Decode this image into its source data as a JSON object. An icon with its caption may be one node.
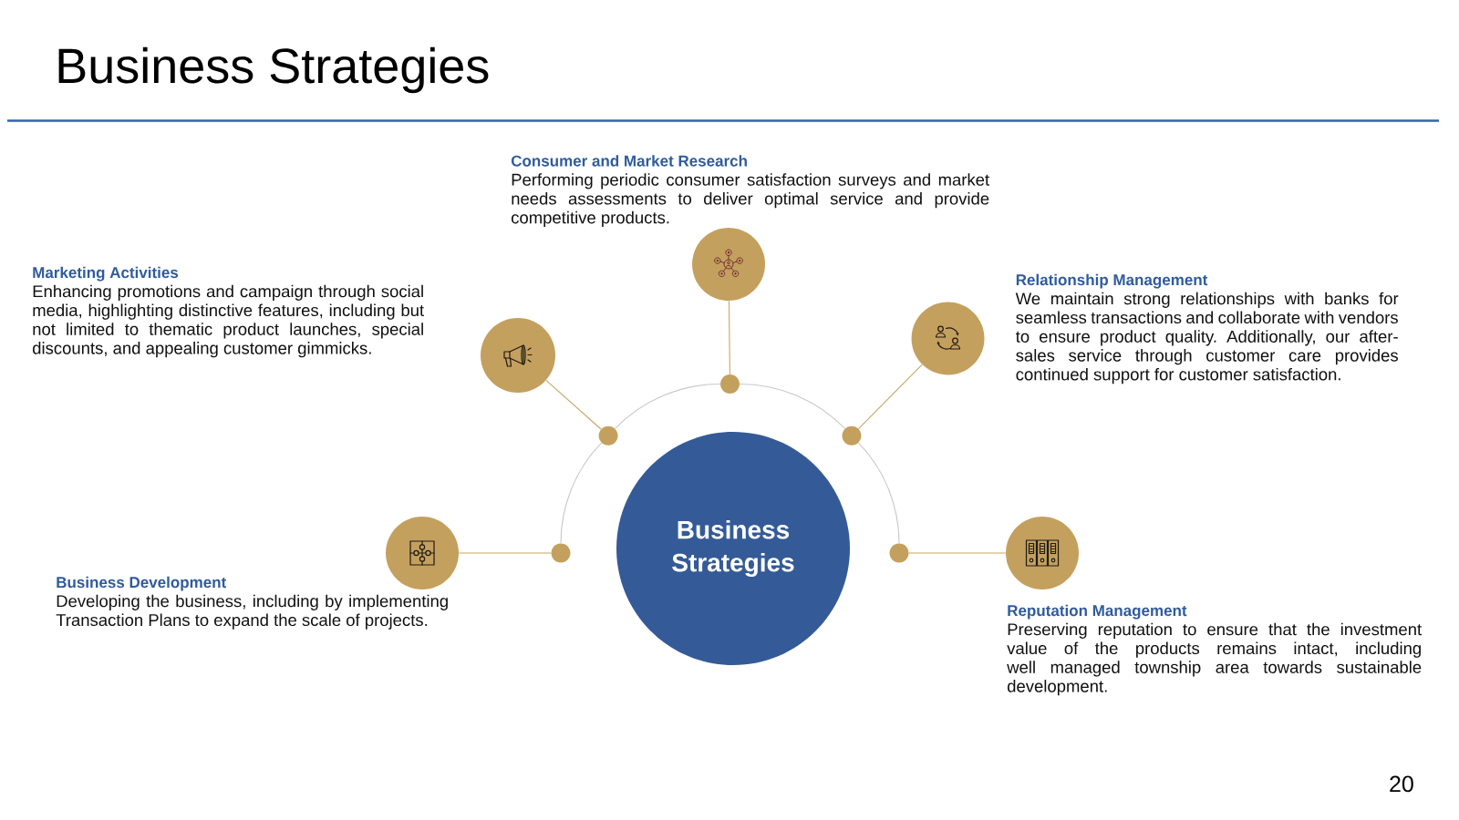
{
  "diagram": {
    "title": "Business Strategies",
    "nodes": [
      {
        "text": [
          "Business Strategies"
        ]
      },
      {
        "text": [],
        "shape": "circle",
        "beside": [
          "Consumer and Market Research",
          "Performing periodic consumer satisfaction surveys and market needs assessments to deliver optimal service and provide competitive products."
        ]
      },
      {
        "text": [],
        "shape": "circle",
        "beside": [
          "Marketing Activities",
          "Enhancing promotions and campaign through social media, highlighting distinctive features, including but not limited to thematic product launches, special discounts, and appealing customer gimmicks."
        ]
      },
      {
        "text": [],
        "shape": "circle",
        "beside": [
          "Relationship Management",
          "We maintain strong relationships with banks for seamless transactions and collaborate with vendors to ensure product quality. Additionally, our after-sales service through customer care provides continued support for customer satisfaction."
        ]
      },
      {
        "text": [],
        "shape": "circle",
        "beside": [
          "Business Development",
          "Developing the business, including by implementing Transaction Plans to expand the scale of projects."
        ]
      },
      {
        "text": [],
        "shape": "circle",
        "beside": [
          "Reputation Management",
          "Preserving reputation to ensure that the investment value of the products remains intact, including well managed township area towards sustainable development."
        ]
      },
      {
        "text": [],
        "shape": "circle"
      },
      {
        "text": [],
        "shape": "circle"
      },
      {
        "text": [],
        "shape": "circle"
      },
      {
        "text": [],
        "shape": "circle"
      },
      {
        "text": [],
        "shape": "circle"
      }
    ],
    "edges": [
      {
        "from": 1,
        "to": 6,
        "arrow": "none"
      },
      {
        "from": 2,
        "to": 7,
        "arrow": "none"
      },
      {
        "from": 3,
        "to": 8,
        "arrow": "none"
      },
      {
        "from": 4,
        "to": 9,
        "arrow": "none"
      },
      {
        "from": 5,
        "to": 10,
        "arrow": "none"
      },
      {
        "from": 9,
        "to": 7,
        "arrow": "none",
        "color": "#c8c8c8"
      },
      {
        "from": 7,
        "to": 6,
        "arrow": "none",
        "color": "#c8c8c8"
      },
      {
        "from": 6,
        "to": 8,
        "arrow": "none",
        "color": "#c8c8c8"
      },
      {
        "from": 8,
        "to": 10,
        "arrow": "none",
        "color": "#c8c8c8"
      }
    ],
    "labels": [
      "20"
    ]
  }
}
